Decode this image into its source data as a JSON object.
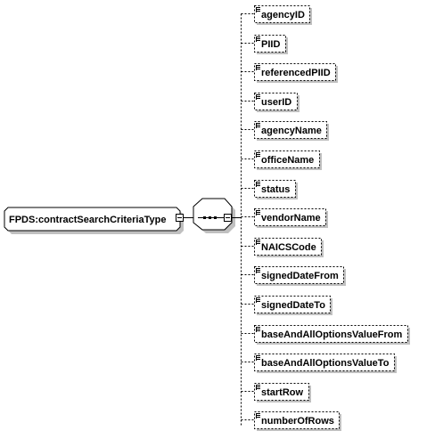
{
  "root": {
    "label": "FPDS:contractSearchCriteriaType"
  },
  "compositor": {
    "type": "sequence"
  },
  "elements": [
    {
      "label": "agencyID"
    },
    {
      "label": "PIID"
    },
    {
      "label": "referencedPIID"
    },
    {
      "label": "userID"
    },
    {
      "label": "agencyName"
    },
    {
      "label": "officeName"
    },
    {
      "label": "status"
    },
    {
      "label": "vendorName"
    },
    {
      "label": "NAICSCode"
    },
    {
      "label": "signedDateFrom"
    },
    {
      "label": "signedDateTo"
    },
    {
      "label": "baseAndAllOptionsValueFrom"
    },
    {
      "label": "baseAndAllOptionsValueTo"
    },
    {
      "label": "startRow"
    },
    {
      "label": "numberOfRows"
    }
  ],
  "icons": {
    "expand": "minus-icon",
    "element": "element-doc-icon"
  },
  "colors": {
    "shadow": "#c0c0c0",
    "stroke": "#000000",
    "background": "#ffffff"
  }
}
